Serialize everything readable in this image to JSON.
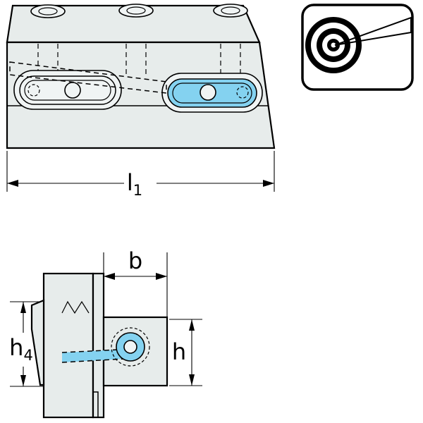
{
  "colors": {
    "coolant": "#84D2F0",
    "metal": "#E7ECEB",
    "metal_light": "#F0F4F4",
    "line": "#000000",
    "background": "#FFFFFF"
  },
  "front_view": {
    "dim_l1": {
      "base": "l",
      "sub": "1"
    }
  },
  "side_view": {
    "dim_b": "b",
    "dim_h4": {
      "base": "h",
      "sub": "4"
    },
    "dim_h": "h"
  },
  "icons": {
    "coolant_icon": "internal-coolant-jet-target-icon"
  }
}
